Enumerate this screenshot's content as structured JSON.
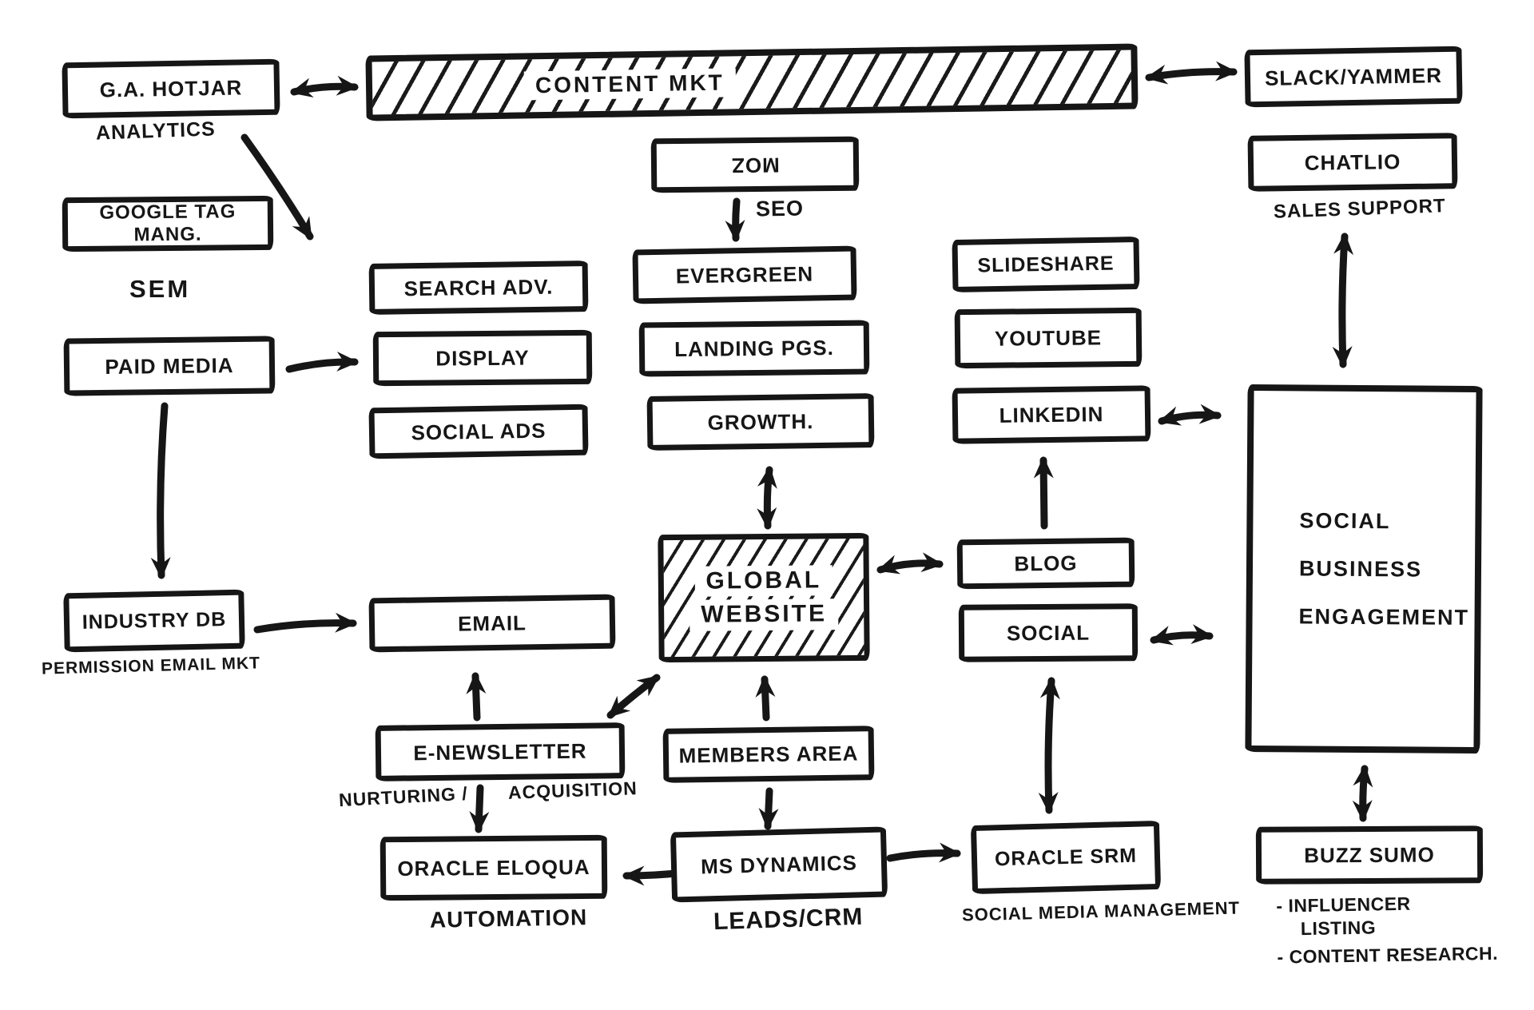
{
  "colors": {
    "ink": "#161616",
    "paper": "#ffffff"
  },
  "nodes": {
    "ga_hotjar": {
      "label": "G.A. HOTJAR",
      "caption": "ANALYTICS"
    },
    "content_mkt": {
      "label": "CONTENT MKT"
    },
    "slack_yammer": {
      "label": "SLACK/YAMMER"
    },
    "chatlio": {
      "label": "CHATLIO",
      "caption": "SALES SUPPORT"
    },
    "google_tag_mgr": {
      "label": "GOOGLE TAG MANG.",
      "caption": "SEM"
    },
    "paid_media": {
      "label": "PAID MEDIA"
    },
    "search_adv": {
      "label": "SEARCH ADV."
    },
    "display": {
      "label": "DISPLAY"
    },
    "social_ads": {
      "label": "SOCIAL ADS"
    },
    "moz": {
      "label": "MOZ",
      "caption": "SEO"
    },
    "evergreen": {
      "label": "EVERGREEN"
    },
    "landing_pgs": {
      "label": "LANDING PGS."
    },
    "growth": {
      "label": "GROWTH."
    },
    "global_website": {
      "line1": "GLOBAL",
      "line2": "WEBSITE"
    },
    "slideshare": {
      "label": "SLIDESHARE"
    },
    "youtube": {
      "label": "YOUTUBE"
    },
    "linkedin": {
      "label": "LINKEDIN"
    },
    "blog": {
      "label": "BLOG"
    },
    "social": {
      "label": "SOCIAL"
    },
    "social_business_engagement": {
      "lines": [
        "SOCIAL",
        "BUSINESS",
        "ENGAGEMENT"
      ]
    },
    "industry_db": {
      "label": "INDUSTRY DB",
      "caption": "PERMISSION EMAIL MKT"
    },
    "email": {
      "label": "EMAIL"
    },
    "e_newsletter": {
      "label": "E-NEWSLETTER",
      "caption_left": "NURTURING /",
      "caption_right": "ACQUISITION"
    },
    "oracle_eloqua": {
      "label": "ORACLE ELOQUA",
      "caption": "AUTOMATION"
    },
    "members_area": {
      "label": "MEMBERS AREA"
    },
    "ms_dynamics": {
      "label": "MS DYNAMICS",
      "caption": "LEADS/CRM"
    },
    "oracle_srm": {
      "label": "ORACLE SRM",
      "caption": "SOCIAL MEDIA MANAGEMENT"
    },
    "buzzsumo": {
      "label": "BUZZ SUMO",
      "notes": [
        "- INFLUENCER",
        "LISTING",
        "- CONTENT RESEARCH."
      ]
    }
  },
  "connections": [
    {
      "from": "ga_hotjar",
      "to": "content_mkt",
      "bidirectional": true
    },
    {
      "from": "content_mkt",
      "to": "slack_yammer",
      "bidirectional": true
    },
    {
      "from": "ga_hotjar",
      "to": "search_adv",
      "bidirectional": false
    },
    {
      "from": "moz",
      "to": "evergreen",
      "bidirectional": false,
      "label": "SEO"
    },
    {
      "from": "paid_media",
      "to": "display",
      "bidirectional": false
    },
    {
      "from": "paid_media",
      "to": "industry_db",
      "bidirectional": false
    },
    {
      "from": "industry_db",
      "to": "email",
      "bidirectional": false
    },
    {
      "from": "growth",
      "to": "global_website",
      "bidirectional": true
    },
    {
      "from": "global_website",
      "to": "blog",
      "bidirectional": true
    },
    {
      "from": "blog",
      "to": "linkedin",
      "bidirectional": false
    },
    {
      "from": "linkedin",
      "to": "social_business_engagement",
      "bidirectional": true
    },
    {
      "from": "social",
      "to": "social_business_engagement",
      "bidirectional": true
    },
    {
      "from": "social",
      "to": "oracle_srm",
      "bidirectional": true
    },
    {
      "from": "chatlio",
      "to": "social_business_engagement",
      "bidirectional": true
    },
    {
      "from": "social_business_engagement",
      "to": "buzzsumo",
      "bidirectional": true
    },
    {
      "from": "e_newsletter",
      "to": "email",
      "bidirectional": false
    },
    {
      "from": "e_newsletter",
      "to": "global_website",
      "bidirectional": true
    },
    {
      "from": "e_newsletter",
      "to": "oracle_eloqua",
      "bidirectional": false
    },
    {
      "from": "members_area",
      "to": "global_website",
      "bidirectional": false
    },
    {
      "from": "members_area",
      "to": "ms_dynamics",
      "bidirectional": false
    },
    {
      "from": "ms_dynamics",
      "to": "oracle_eloqua",
      "bidirectional": false
    },
    {
      "from": "ms_dynamics",
      "to": "oracle_srm",
      "bidirectional": false
    }
  ]
}
